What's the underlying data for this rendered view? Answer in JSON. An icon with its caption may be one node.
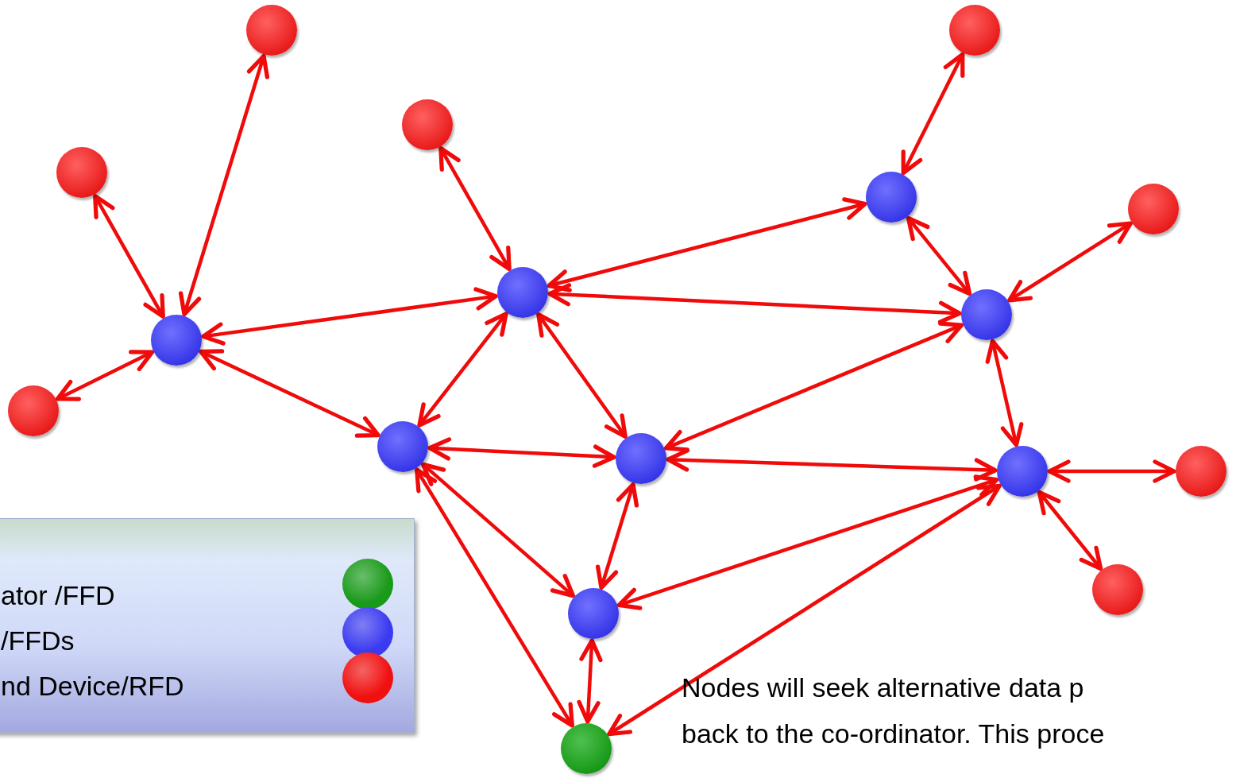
{
  "diagram": {
    "nodes": [
      {
        "text": [],
        "shape": "circle"
      },
      {
        "text": [],
        "shape": "circle"
      },
      {
        "text": [],
        "shape": "circle"
      },
      {
        "text": [],
        "shape": "circle"
      },
      {
        "text": [],
        "shape": "circle"
      },
      {
        "text": [],
        "shape": "circle"
      },
      {
        "text": [],
        "shape": "circle"
      },
      {
        "text": [],
        "shape": "circle"
      },
      {
        "text": [],
        "shape": "circle"
      },
      {
        "text": [],
        "shape": "circle"
      },
      {
        "text": [],
        "shape": "circle"
      },
      {
        "text": [],
        "shape": "circle"
      },
      {
        "text": [],
        "shape": "circle"
      },
      {
        "text": [],
        "shape": "circle"
      },
      {
        "text": [],
        "shape": "circle"
      },
      {
        "text": [],
        "shape": "circle"
      },
      {
        "text": [],
        "shape": "circle"
      }
    ],
    "edges": [
      {
        "from": 8,
        "to": 0,
        "arrow": "both"
      },
      {
        "from": 8,
        "to": 3,
        "arrow": "both"
      },
      {
        "from": 8,
        "to": 9,
        "arrow": "both"
      },
      {
        "from": 8,
        "to": 6,
        "arrow": "both"
      },
      {
        "from": 8,
        "to": 10,
        "arrow": "both"
      },
      {
        "from": 6,
        "to": 2,
        "arrow": "both"
      },
      {
        "from": 6,
        "to": 4,
        "arrow": "both"
      },
      {
        "from": 6,
        "to": 7,
        "arrow": "both"
      },
      {
        "from": 6,
        "to": 10,
        "arrow": "both"
      },
      {
        "from": 6,
        "to": 11,
        "arrow": "both"
      },
      {
        "from": 4,
        "to": 1,
        "arrow": "both"
      },
      {
        "from": 4,
        "to": 7,
        "arrow": "both"
      },
      {
        "from": 7,
        "to": 5,
        "arrow": "both"
      },
      {
        "from": 7,
        "to": 11,
        "arrow": "both"
      },
      {
        "from": 7,
        "to": 12,
        "arrow": "both"
      },
      {
        "from": 10,
        "to": 11,
        "arrow": "both"
      },
      {
        "from": 10,
        "to": 15,
        "arrow": "both"
      },
      {
        "from": 10,
        "to": 16,
        "arrow": "both"
      },
      {
        "from": 11,
        "to": 12,
        "arrow": "both"
      },
      {
        "from": 11,
        "to": 15,
        "arrow": "both"
      },
      {
        "from": 12,
        "to": 13,
        "arrow": "both"
      },
      {
        "from": 12,
        "to": 14,
        "arrow": "both"
      },
      {
        "from": 12,
        "to": 15,
        "arrow": "both"
      },
      {
        "from": 12,
        "to": 16,
        "arrow": "both"
      },
      {
        "from": 15,
        "to": 16,
        "arrow": "both"
      }
    ],
    "labels": [
      "Nodes will seek alternative data p",
      "back to the co-ordinator. This proce"
    ],
    "legend": [
      {
        "text": "ator /FFD",
        "color": "#1a9a1a"
      },
      {
        "text": "/FFDs",
        "color": "#3a3af0"
      },
      {
        "text": "nd Device/RFD",
        "color": "#f01010"
      }
    ]
  }
}
